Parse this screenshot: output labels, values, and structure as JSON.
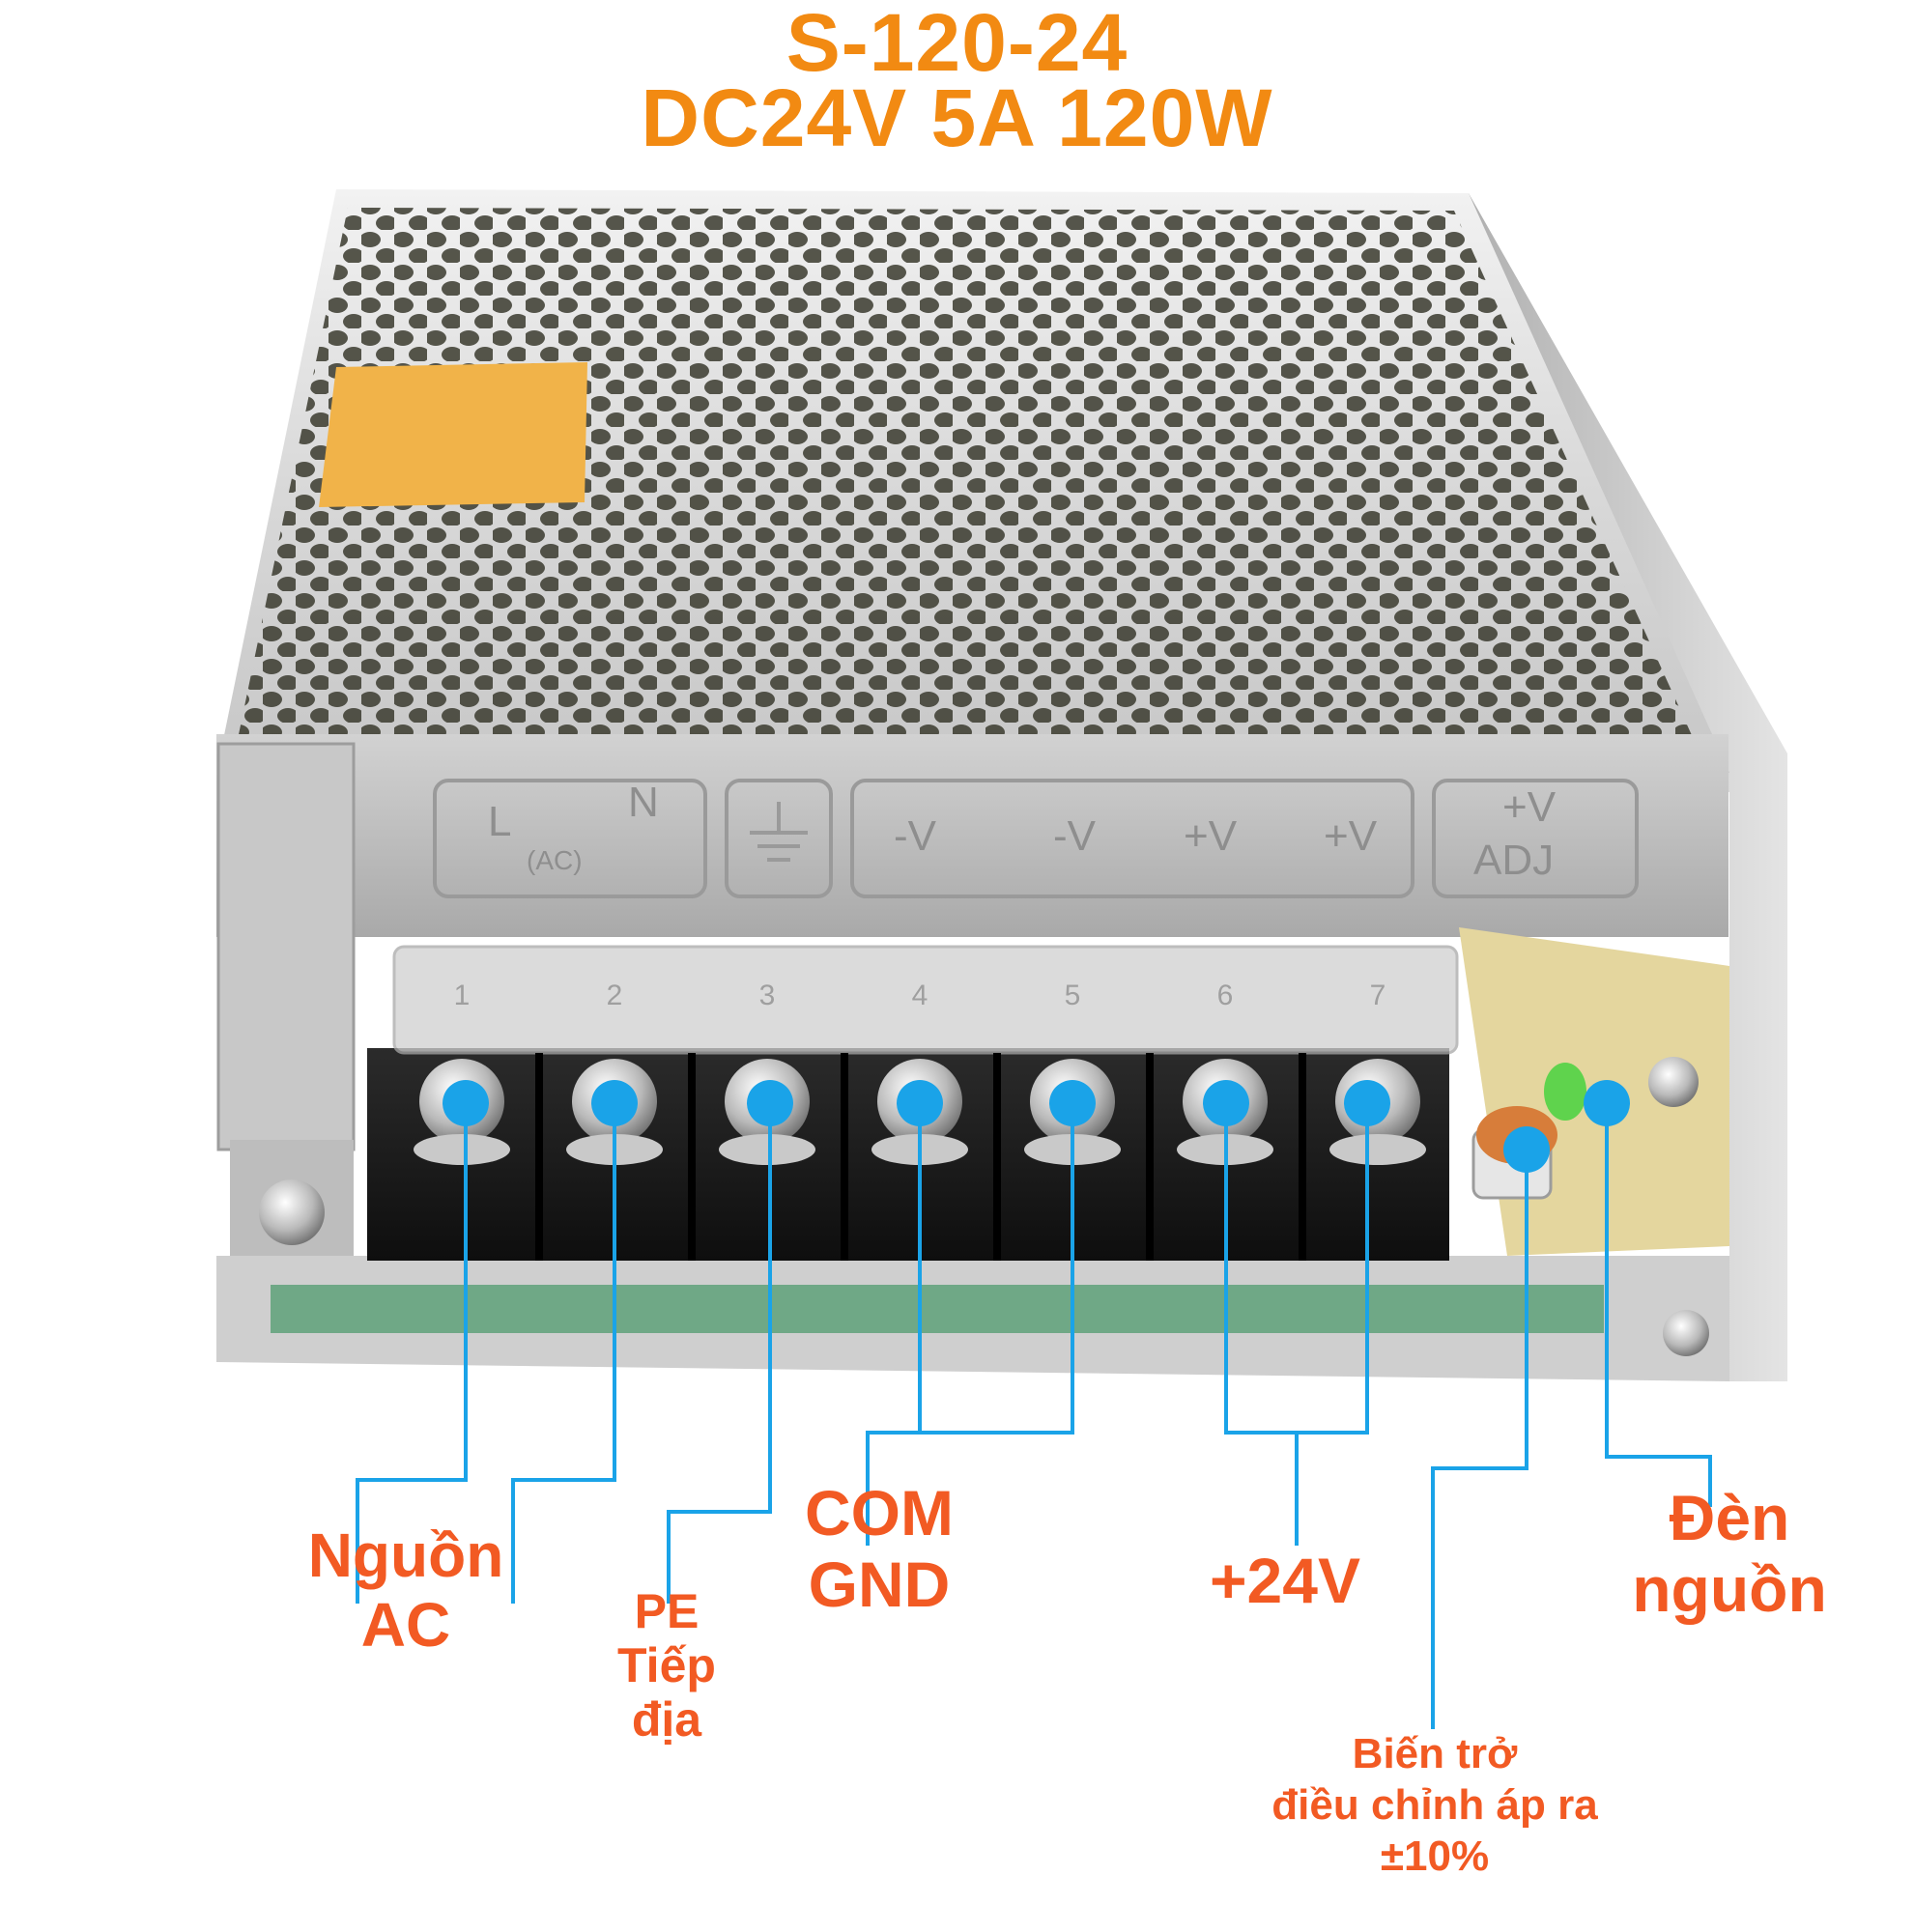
{
  "header": {
    "model": "S-120-24",
    "spec": "DC24V 5A 120W"
  },
  "panel": {
    "markings": [
      "L",
      "N",
      "(AC)",
      "-V",
      "-V",
      "+V",
      "+V",
      "+V",
      "ADJ"
    ],
    "terminal_numbers": [
      "1",
      "2",
      "3",
      "4",
      "5",
      "6",
      "7"
    ]
  },
  "labels": {
    "ac_line1": "Nguồn",
    "ac_line2": "AC",
    "pe_line1": "PE",
    "pe_line2": "Tiếp",
    "pe_line3": "địa",
    "com_line1": "COM",
    "com_line2": "GND",
    "v24": "+24V",
    "pot_line1": "Biến trở",
    "pot_line2": "điều chỉnh áp ra",
    "pot_line3": "±10%",
    "led_line1": "Đèn",
    "led_line2": "nguồn"
  },
  "colors": {
    "title": "#f28a12",
    "label": "#f25a23",
    "leader": "#1aa3e8",
    "dot": "#1aa3e8"
  }
}
